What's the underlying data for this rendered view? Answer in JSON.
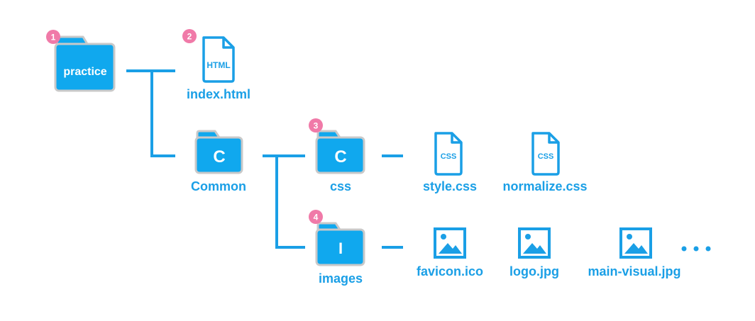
{
  "colors": {
    "accent": "#1a9fe6",
    "folder_fill": "#10a8ee",
    "folder_border": "#c9c9c9",
    "badge": "#f07aa8",
    "connector": "#1a9fe6"
  },
  "nodes": {
    "practice": {
      "folder_text": "practice",
      "badge": "1"
    },
    "index": {
      "doc_text": "HTML",
      "label": "index.html",
      "badge": "2"
    },
    "common": {
      "folder_text": "C",
      "label": "Common"
    },
    "css": {
      "folder_text": "C",
      "label": "css",
      "badge": "3"
    },
    "style": {
      "doc_text": "CSS",
      "label": "style.css"
    },
    "normalize": {
      "doc_text": "CSS",
      "label": "normalize.css"
    },
    "images": {
      "folder_text": "I",
      "label": "images",
      "badge": "4"
    },
    "favicon": {
      "icon": "image-icon",
      "label": "favicon.ico"
    },
    "logo": {
      "icon": "image-icon",
      "label": "logo.jpg"
    },
    "main_visual": {
      "icon": "image-icon",
      "label": "main-visual.jpg"
    },
    "more": {
      "icon": "ellipsis-icon"
    }
  }
}
